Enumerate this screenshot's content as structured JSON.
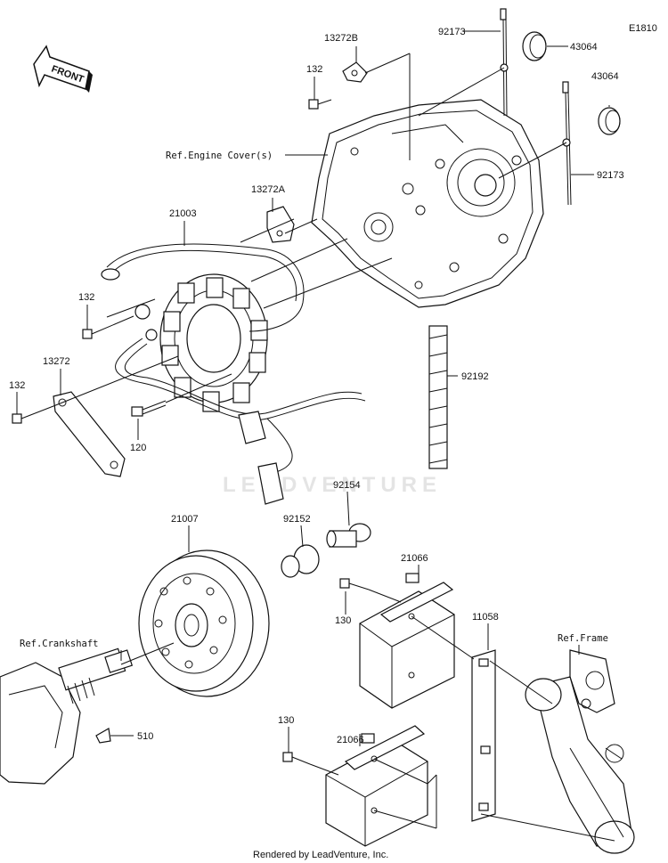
{
  "diagram_code": "E1810",
  "front_label": "FRONT",
  "watermark": "LEADVENTURE",
  "footer": "Rendered by LeadVenture, Inc.",
  "references": {
    "engine_cover": "Ref.Engine Cover(s)",
    "crankshaft": "Ref.Crankshaft",
    "frame": "Ref.Frame"
  },
  "parts": [
    {
      "id": "92173-top",
      "number": "92173"
    },
    {
      "id": "43064-top",
      "number": "43064"
    },
    {
      "id": "43064-right",
      "number": "43064"
    },
    {
      "id": "92173-right",
      "number": "92173"
    },
    {
      "id": "13272B",
      "number": "13272B"
    },
    {
      "id": "132-top",
      "number": "132"
    },
    {
      "id": "13272A",
      "number": "13272A"
    },
    {
      "id": "21003",
      "number": "21003"
    },
    {
      "id": "132-mid",
      "number": "132"
    },
    {
      "id": "13272",
      "number": "13272"
    },
    {
      "id": "132-left",
      "number": "132"
    },
    {
      "id": "120",
      "number": "120"
    },
    {
      "id": "92192",
      "number": "92192"
    },
    {
      "id": "92154",
      "number": "92154"
    },
    {
      "id": "92152",
      "number": "92152"
    },
    {
      "id": "21007",
      "number": "21007"
    },
    {
      "id": "21066-top",
      "number": "21066"
    },
    {
      "id": "130-top",
      "number": "130"
    },
    {
      "id": "11058",
      "number": "11058"
    },
    {
      "id": "510",
      "number": "510"
    },
    {
      "id": "130-bottom",
      "number": "130"
    },
    {
      "id": "21066-bottom",
      "number": "21066"
    }
  ]
}
